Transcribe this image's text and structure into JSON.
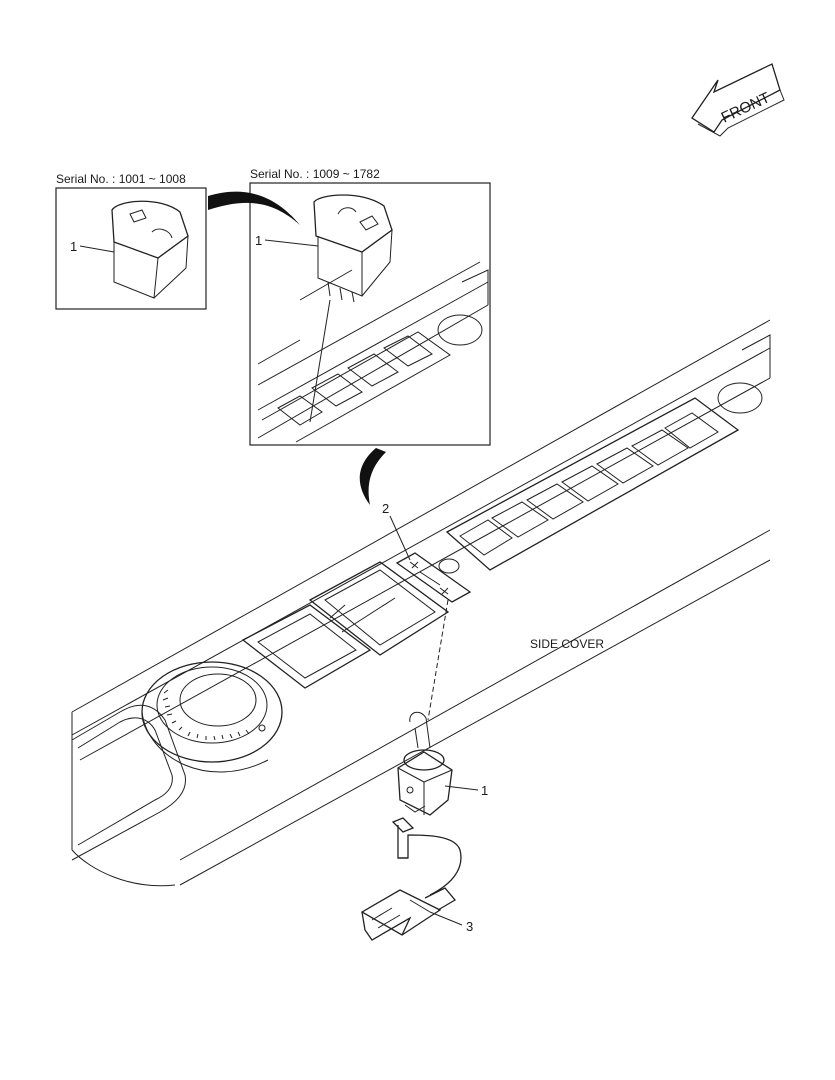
{
  "labels": {
    "serial_left": "Serial No. : 1001 ~ 1008",
    "serial_right": "Serial No. : 1009 ~ 1782",
    "front": "FRONT",
    "side_cover": "SIDE COVER"
  },
  "callouts": {
    "switch_left": "1",
    "switch_right": "1",
    "decal": "2",
    "toggle_switch": "1",
    "connector": "3"
  },
  "icons": {
    "front_arrow": "front-arrow-icon",
    "decal": "wiper-decal-icon"
  }
}
